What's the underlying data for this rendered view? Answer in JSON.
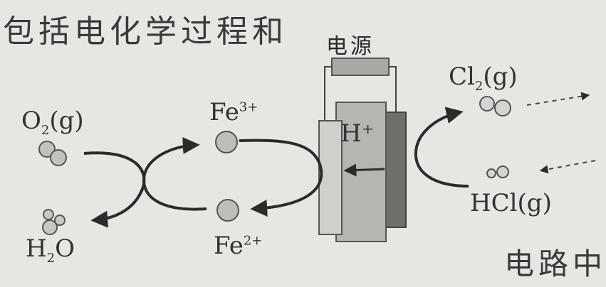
{
  "header_text": "包括电化学过程和",
  "footer_text": "电路中",
  "diagram": {
    "power_label": "电源",
    "proton_label": "H⁺",
    "species": {
      "o2": {
        "base": "O",
        "sub": "2",
        "state": "(g)"
      },
      "h2o": {
        "pre": "H",
        "sub": "2",
        "post": "O"
      },
      "fe3": {
        "base": "Fe",
        "sup": "3+"
      },
      "fe2": {
        "base": "Fe",
        "sup": "2+"
      },
      "cl2": {
        "base": "Cl",
        "sub": "2",
        "state": "(g)"
      },
      "hcl": {
        "base": "HCl",
        "state": "(g)"
      }
    }
  }
}
